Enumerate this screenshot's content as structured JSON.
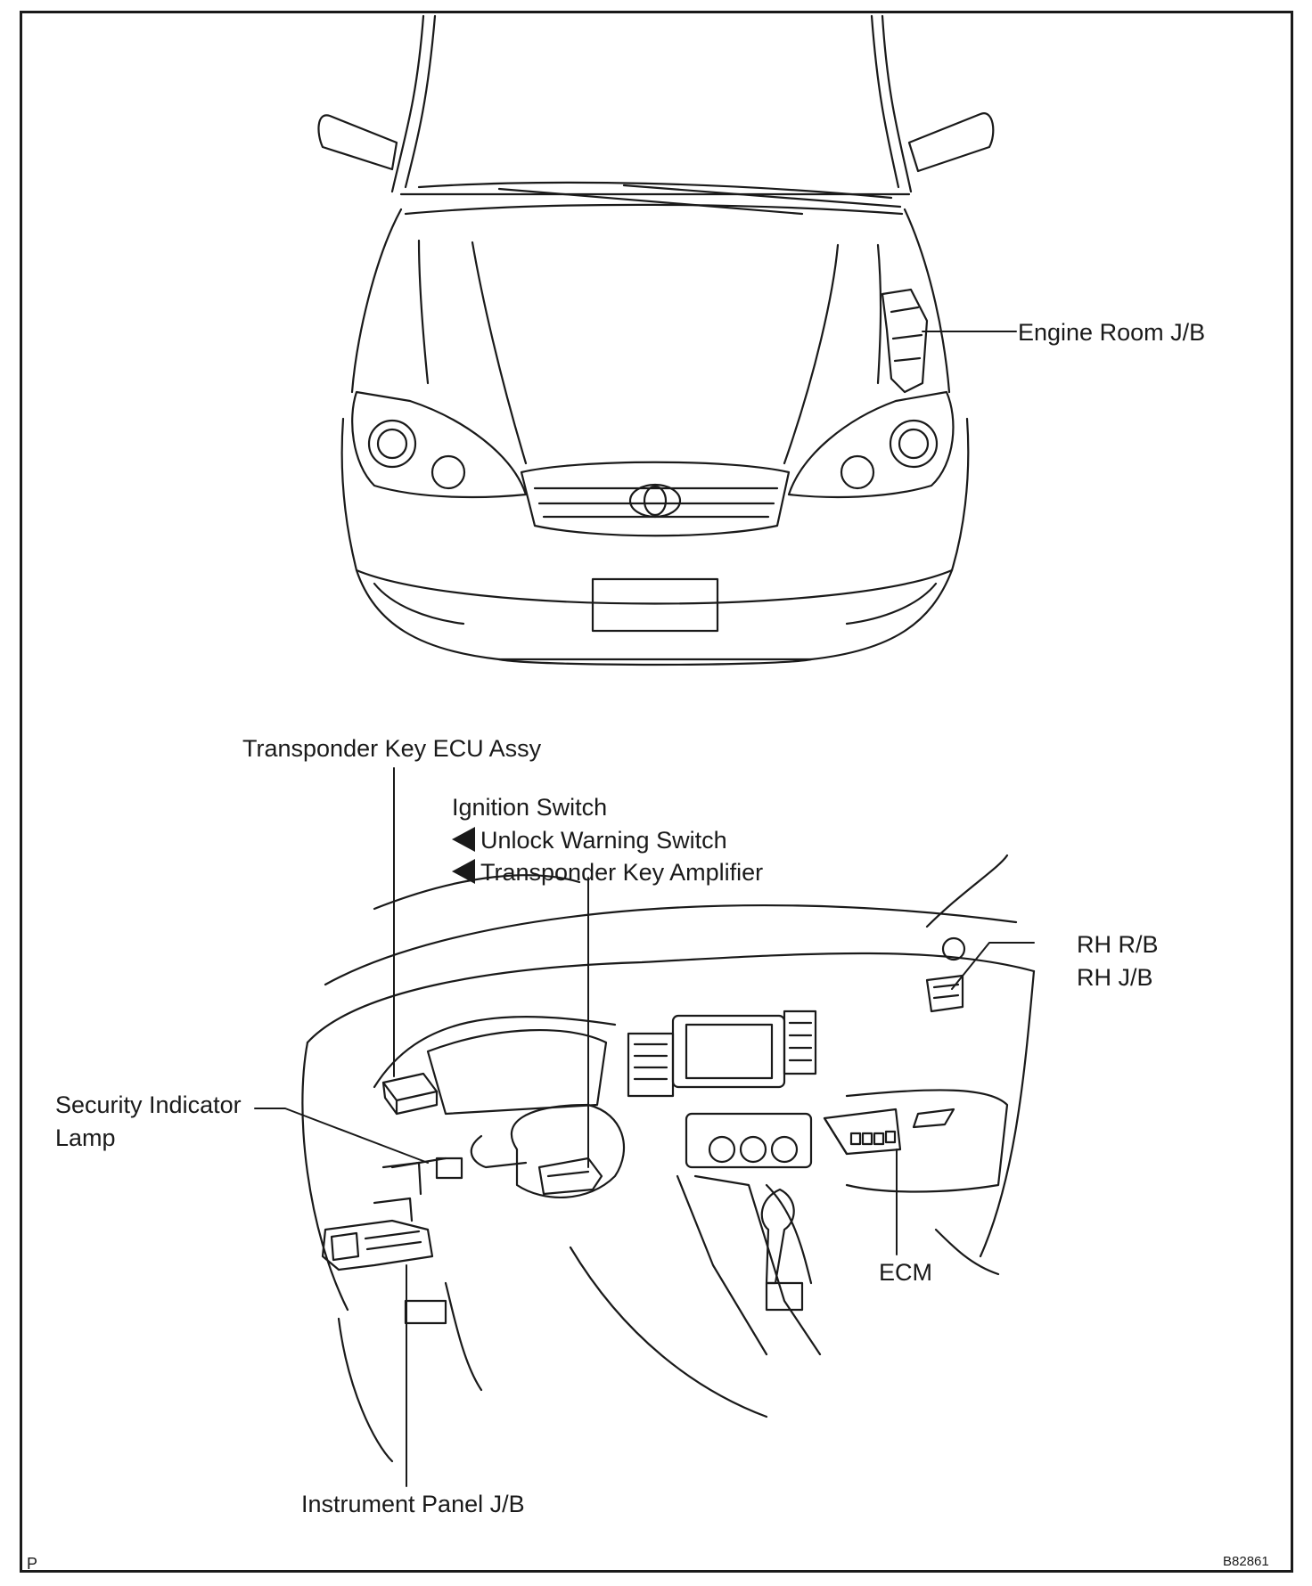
{
  "callouts": {
    "engine_room_jb": "Engine Room J/B",
    "transponder_key_ecu": "Transponder Key ECU Assy",
    "ignition_switch": "Ignition Switch",
    "unlock_warning_switch": "Unlock Warning Switch",
    "transponder_key_amplifier": "Transponder Key Amplifier",
    "rh_rb": "RH R/B",
    "rh_jb": "RH J/B",
    "security_indicator_line1": "Security Indicator",
    "security_indicator_line2": "Lamp",
    "ecm": "ECM",
    "instrument_panel_jb": "Instrument Panel J/B"
  },
  "corner_marks": {
    "bottom_left": "P",
    "figure_code": "B82861"
  }
}
